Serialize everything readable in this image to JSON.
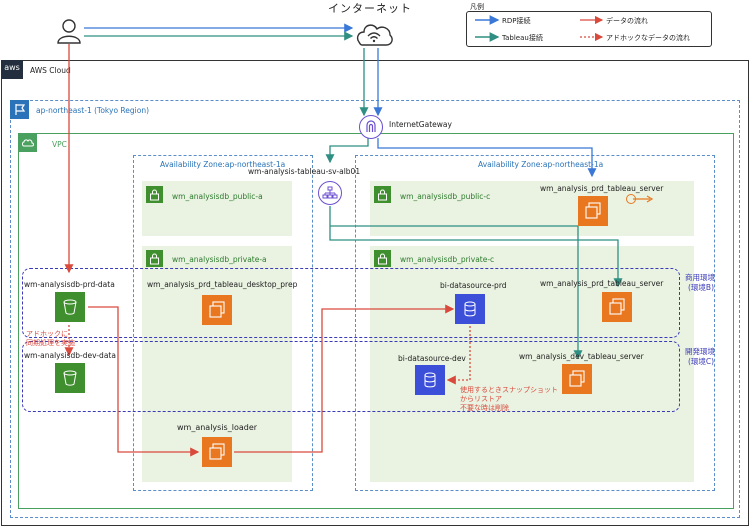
{
  "internet_label": "インターネット",
  "legend": {
    "title": "凡例",
    "rdp": "RDP接続",
    "tableau": "Tableau接続",
    "data_flow": "データの流れ",
    "adhoc_flow": "アドホックなデータの流れ"
  },
  "aws_cloud": "AWS Cloud",
  "aws_logo": "aws",
  "region": "ap-northeast-1 (Tokyo Region)",
  "vpc": "VPC",
  "igw": "InternetGateway",
  "alb": "wm-analysis-tableau-sv-alb01",
  "az_left": "Availability Zone:ap-northeast-1a",
  "az_right": "Availability Zone:ap-northeast-1a",
  "subnets": {
    "public_a": "wm_analysisdb_public-a",
    "public_c": "wm_analysisdb_public-c",
    "private_a": "wm_analysisdb_private-a",
    "private_c": "wm_analysisdb_private-c"
  },
  "nodes": {
    "prd_tableau_server_public": "wm_analysis_prd_tableau_server",
    "desktop_prep": "wm_analysis_prd_tableau_desktop_prep",
    "bi_prd": "bi-datasource-prd",
    "prd_tableau_server": "wm_analysis_prd_tableau_server",
    "bi_dev": "bi-datasource-dev",
    "dev_tableau_server": "wm_analysis_dev_tableau_server",
    "s3_prd": "wm-analysisdb-prd-data",
    "s3_dev": "wm-analysisdb-dev-data",
    "loader": "wm_analysis_loader"
  },
  "env": {
    "prod": [
      "商用環境",
      "(環境B)"
    ],
    "dev": [
      "開発環境",
      "(環境C)"
    ]
  },
  "notes": {
    "adhoc": [
      "アドホックに",
      "同期処理を実施"
    ],
    "snapshot": [
      "使用するときスナップショット",
      "からリストア",
      "不要な時は削除"
    ]
  },
  "colors": {
    "rdp": "#3a78d8",
    "tableau": "#2e8f82",
    "data_flow": "#d94a3d",
    "env_border": "#3a3ab8",
    "ec2": "#e8771f",
    "s3": "#3f8f2e",
    "rds": "#3b4fd8"
  }
}
